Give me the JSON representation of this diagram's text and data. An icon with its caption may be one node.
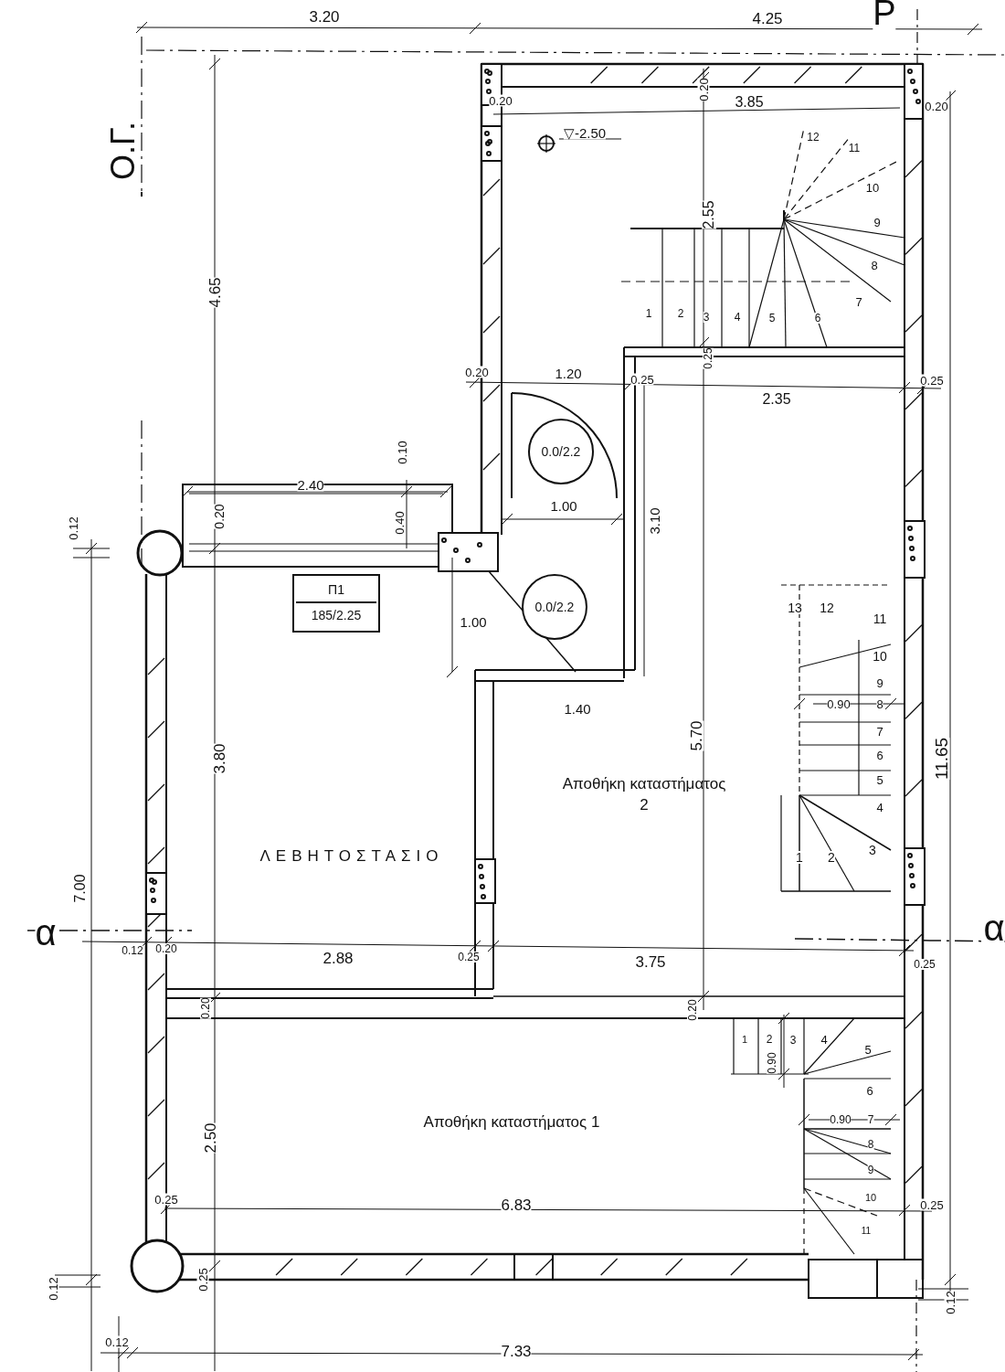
{
  "diagram": {
    "nodes": [
      {
        "text": [
          "ΛΕΒΗΤΟΣΤΑΣΙΟ"
        ]
      },
      {
        "text": [
          "Αποθήκη καταστήματος 2"
        ]
      },
      {
        "text": [
          "Αποθήκη καταστήματος 1"
        ]
      },
      {
        "text": [
          "Π1",
          "185/2.25"
        ]
      },
      {
        "text": [
          "0.0/2.2"
        ]
      },
      {
        "text": [
          "0.0/2.2"
        ]
      }
    ],
    "labels": [
      "3.20",
      "4.25",
      "Ρ",
      "Ο.Γ.",
      "▽-2.50",
      "0.20",
      "0.20",
      "3.85",
      "0.20",
      "12",
      "11",
      "10",
      "4.65",
      "2.55",
      "9",
      "8",
      "7",
      "1",
      "2",
      "3",
      "4",
      "5",
      "6",
      "0.20",
      "1.20",
      "0.25",
      "0.25",
      "0.25",
      "2.35",
      "0.10",
      "2.40",
      "0.12",
      "0.20",
      "0.40",
      "1.00",
      "3.10",
      "1.00",
      "13",
      "12",
      "11",
      "10",
      "9",
      "1.40",
      "0.90",
      "8",
      "5.70",
      "11.65",
      "7",
      "6",
      "5",
      "4",
      "3",
      "1",
      "2",
      "3.80",
      "7.00",
      "α",
      "α",
      "0.12",
      "0.20",
      "2.88",
      "0.25",
      "3.75",
      "0.25",
      "0.20",
      "0.20",
      "1",
      "2",
      "3",
      "4",
      "5",
      "0.90",
      "6",
      "0.90",
      "7",
      "2.50",
      "8",
      "9",
      "0.25",
      "10",
      "6.83",
      "0.25",
      "11",
      "0.12",
      "0.25",
      "0.12",
      "0.12",
      "7.33"
    ]
  }
}
